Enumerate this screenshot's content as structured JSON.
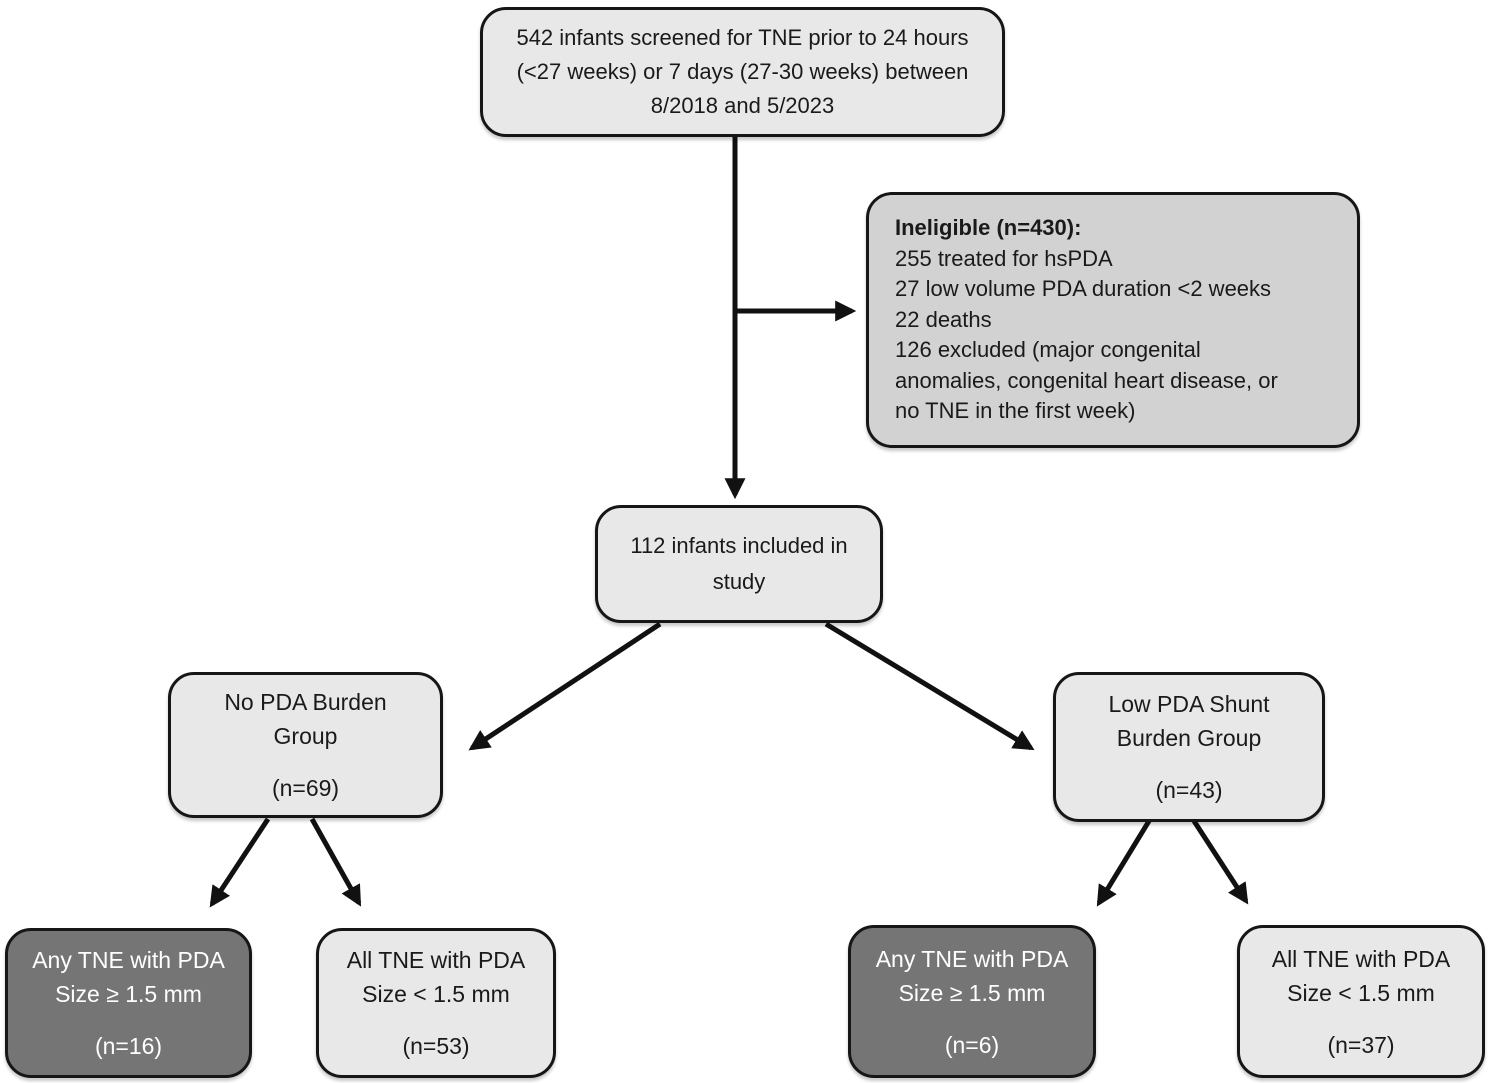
{
  "diagram": {
    "type": "study-flowchart",
    "colors": {
      "light_fill": "#e8e8e8",
      "medium_fill": "#d2d2d2",
      "dark_fill": "#757575",
      "border": "#161616",
      "arrow": "#111111",
      "dark_box_text": "#ffffff",
      "text": "#1a1a1a",
      "background": "#ffffff"
    },
    "nodes": {
      "screened": {
        "lines": [
          "542 infants screened for TNE prior to 24 hours",
          "(<27 weeks) or 7 days (27-30 weeks) between",
          "8/2018 and 5/2023"
        ]
      },
      "ineligible": {
        "heading": "Ineligible (n=430):",
        "lines": [
          "255 treated for hsPDA",
          "27 low volume PDA duration <2 weeks",
          "22 deaths",
          "126 excluded (major congenital",
          "anomalies, congenital heart disease, or",
          "no TNE in the first week)"
        ]
      },
      "included": {
        "lines": [
          "112 infants included in",
          "study"
        ]
      },
      "no_burden": {
        "lines": [
          "No PDA Burden",
          "Group"
        ],
        "n": "(n=69)"
      },
      "low_burden": {
        "lines": [
          "Low PDA Shunt",
          "Burden Group"
        ],
        "n": "(n=43)"
      },
      "no_any": {
        "lines": [
          "Any TNE with PDA",
          "Size ≥ 1.5 mm"
        ],
        "n": "(n=16)"
      },
      "no_all": {
        "lines": [
          "All TNE with PDA",
          "Size < 1.5 mm"
        ],
        "n": "(n=53)"
      },
      "low_any": {
        "lines": [
          "Any TNE with PDA",
          "Size ≥ 1.5 mm"
        ],
        "n": "(n=6)"
      },
      "low_all": {
        "lines": [
          "All TNE with PDA",
          "Size < 1.5 mm"
        ],
        "n": "(n=37)"
      }
    }
  }
}
